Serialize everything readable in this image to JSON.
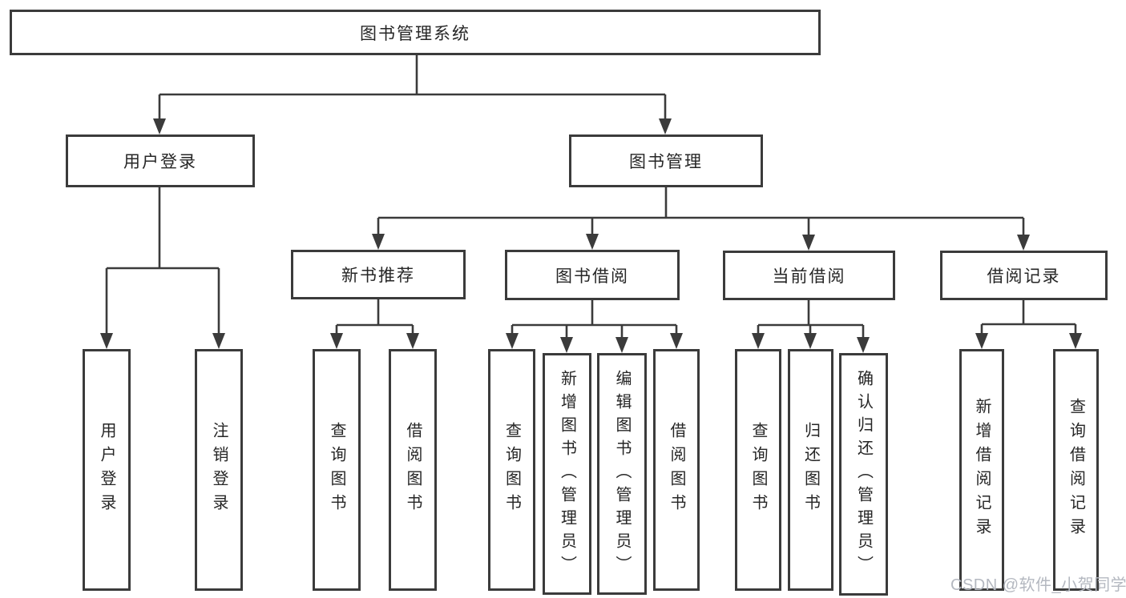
{
  "title": "图书管理系统",
  "watermark": "CSDN @软件_小贺同学",
  "colors": {
    "line": "#3b3b3b",
    "border": "#3b3b3b",
    "text": "#262626",
    "background": "#ffffff",
    "watermark": "#b4b8c0"
  },
  "tree": {
    "root": {
      "label": "图书管理系统",
      "children": [
        {
          "label": "用户登录",
          "children": [
            {
              "label": "用户登录"
            },
            {
              "label": "注销登录"
            }
          ]
        },
        {
          "label": "图书管理",
          "children": [
            {
              "label": "新书推荐",
              "children": [
                {
                  "label": "查询图书"
                },
                {
                  "label": "借阅图书"
                }
              ]
            },
            {
              "label": "图书借阅",
              "children": [
                {
                  "label": "查询图书"
                },
                {
                  "label": "新增图书（管理员）"
                },
                {
                  "label": "编辑图书（管理员）"
                },
                {
                  "label": "借阅图书"
                }
              ]
            },
            {
              "label": "当前借阅",
              "children": [
                {
                  "label": "查询图书"
                },
                {
                  "label": "归还图书"
                },
                {
                  "label": "确认归还（管理员）"
                }
              ]
            },
            {
              "label": "借阅记录",
              "children": [
                {
                  "label": "新增借阅记录"
                },
                {
                  "label": "查询借阅记录"
                }
              ]
            }
          ]
        }
      ]
    }
  }
}
